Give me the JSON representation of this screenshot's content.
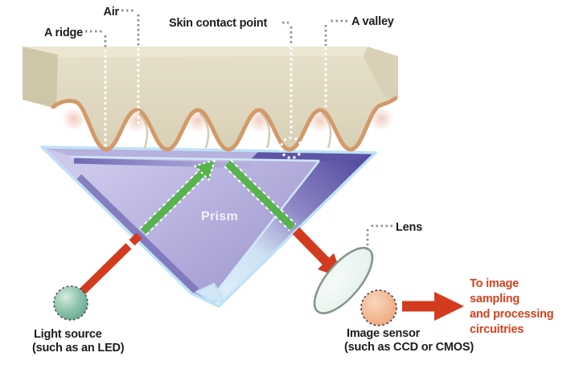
{
  "labels": {
    "ridge": "A ridge",
    "air": "Air",
    "skin_contact_point": "Skin contact point",
    "valley": "A valley",
    "prism": "Prism",
    "lens": "Lens"
  },
  "light_source": {
    "line1": "Light source",
    "line2": "(such as an LED)"
  },
  "image_sensor": {
    "line1": "Image sensor",
    "line2": "(such as CCD or CMOS)"
  },
  "output_text": {
    "line1": "To image",
    "line2": "sampling",
    "line3": "and processing",
    "line4": "circuitries"
  },
  "colors": {
    "skin": "#ded7bf",
    "skin_outline": "#d29a6a",
    "prism_light": "#b6b1df",
    "prism_dark": "#5d55a6",
    "prism_edge": "#bfe2f6",
    "beam_red": "#d33b1f",
    "beam_green": "#56b44a",
    "light_source": "#6db49a",
    "image_sensor": "#eeab85",
    "lens": "#e9f4ee",
    "label_text": "#1c1c1c",
    "output_text": "#d2421f"
  }
}
